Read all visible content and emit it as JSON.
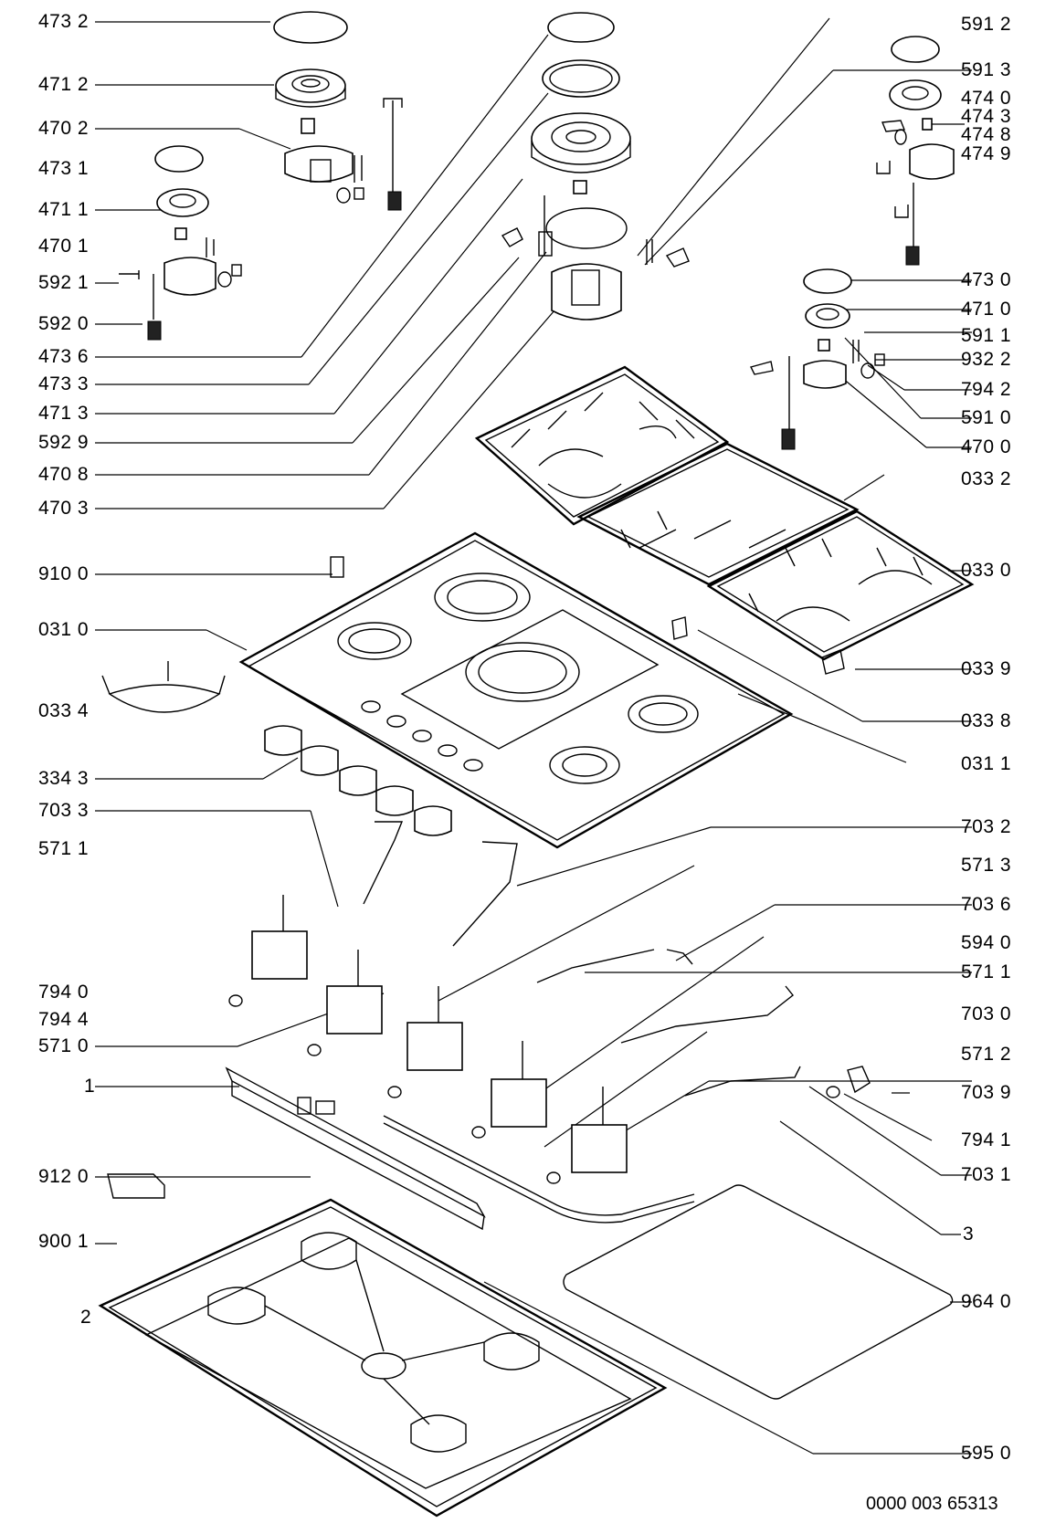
{
  "diagram": {
    "left_labels": [
      "473 2",
      "471 2",
      "470 2",
      "473 1",
      "471 1",
      "470 1",
      "592 1",
      "592 0",
      "473 6",
      "473 3",
      "471 3",
      "592 9",
      "470 8",
      "470 3",
      "910 0",
      "031 0",
      "033 4",
      "334 3",
      "703 3",
      "571 1",
      "794 0",
      "794 4",
      "571 0",
      "1",
      "912 0",
      "900 1",
      "2"
    ],
    "right_labels": [
      "591 2",
      "591 3",
      "474 0",
      "474 3",
      "474 8",
      "474 9",
      "473 0",
      "471 0",
      "591 1",
      "932 2",
      "794 2",
      "591 0",
      "470 0",
      "033 2",
      "033 0",
      "033 9",
      "033 8",
      "031 1",
      "703 2",
      "571 3",
      "703 6",
      "594 0",
      "571 1",
      "703 0",
      "571 2",
      "703 9",
      "794 1",
      "703 1",
      "3",
      "964 0",
      "595 0"
    ],
    "document_number": "0000 003 65313"
  }
}
